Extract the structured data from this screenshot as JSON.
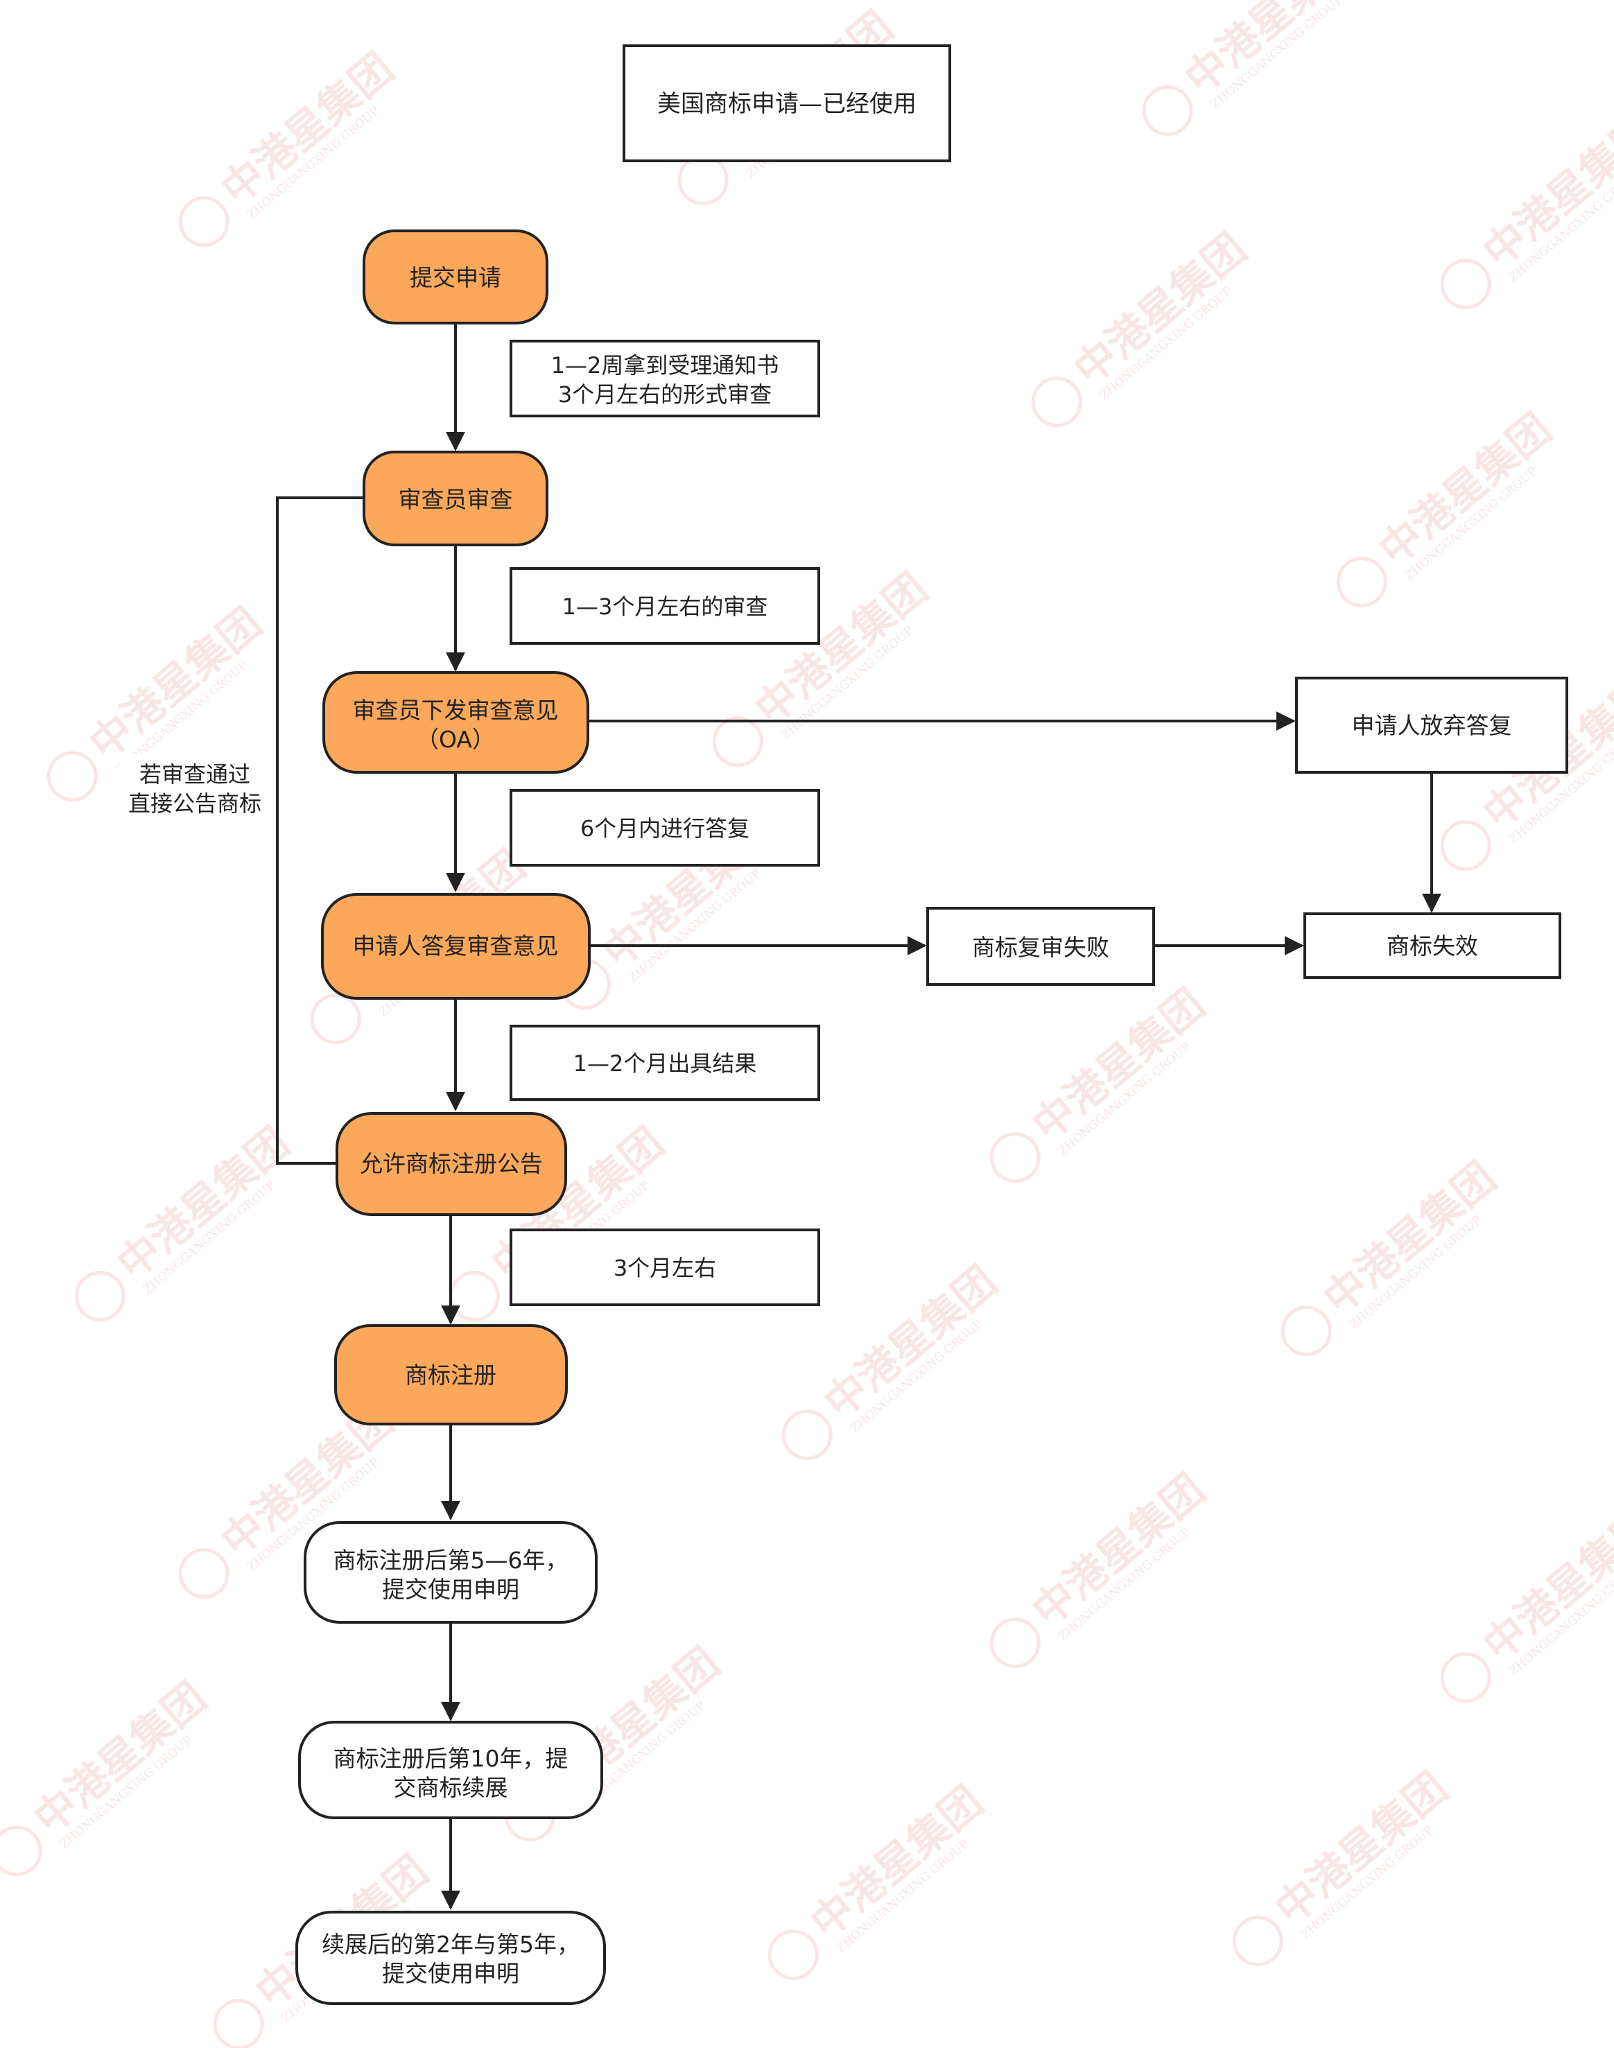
{
  "title": "美国商标申请—已经使用",
  "colors": {
    "orange_fill": "#FBA85B",
    "node_stroke": "#222222",
    "edge": "#222222",
    "watermark": "#F4D2D0"
  },
  "watermark": {
    "brand": "中港星集团",
    "brand_en": "ZHONGGANGXING GROUP"
  },
  "nodes": {
    "submit": "提交申请",
    "examiner_review": "审查员审查",
    "oa_line1": "审查员下发审查意见",
    "oa_line2": "（OA）",
    "applicant_reply": "申请人答复审查意见",
    "allow_publication": "允许商标注册公告",
    "registration": "商标注册",
    "use_decl_5_6_line1": "商标注册后第5—6年，",
    "use_decl_5_6_line2": "提交使用申明",
    "renewal_10_line1": "商标注册后第10年，提",
    "renewal_10_line2": "交商标续展",
    "after_renewal_line1": "续展后的第2年与第5年，",
    "after_renewal_line2": "提交使用申明",
    "abandon_reply": "申请人放弃答复",
    "reexam_failed": "商标复审失败",
    "invalid": "商标失效"
  },
  "notes": {
    "n1_line1": "1—2周拿到受理通知书",
    "n1_line2": "3个月左右的形式审查",
    "n2": "1—3个月左右的审查",
    "n3": "6个月内进行答复",
    "n4": "1—2个月出具结果",
    "n5": "3个月左右"
  },
  "side_label": {
    "line1": "若审查通过",
    "line2": "直接公告商标"
  }
}
